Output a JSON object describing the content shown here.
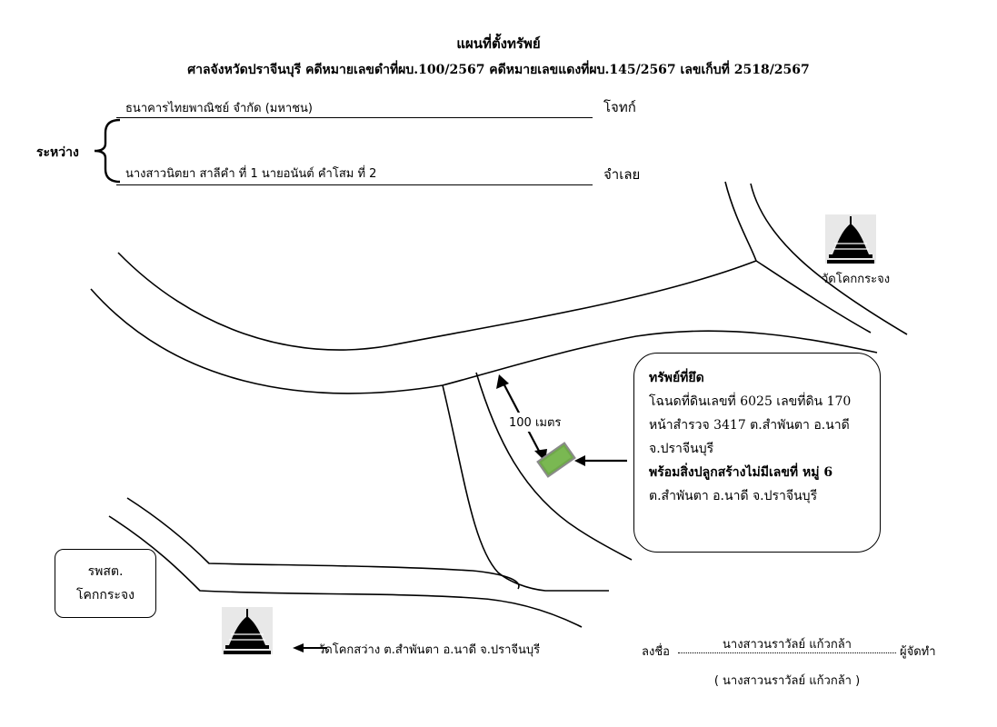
{
  "header": {
    "title": "แผนที่ตั้งทรัพย์",
    "subtitle": "ศาลจังหวัดปราจีนบุรี คดีหมายเลขดำที่ผบ.100/2567 คดีหมายเลขแดงที่ผบ.145/2567 เลขเก็บที่ 2518/2567"
  },
  "parties": {
    "between_label": "ระหว่าง",
    "plaintiff_name": "ธนาคารไทยพาณิชย์ จำกัด (มหาชน)",
    "plaintiff_role": "โจทก์",
    "defendant_name": "นางสาวนิตยา สาลีคำ ที่ 1 นายอนันต์ คำโสม ที่ 2",
    "defendant_role": "จำเลย"
  },
  "landmarks": {
    "temple_top": "วัดโคกกระจง",
    "temple_bottom": "วัดโคกสว่าง ต.สำพันตา อ.นาดี จ.ปราจีนบุรี",
    "distance_label": "100 เมตร",
    "hospital_line1": "รพสต.",
    "hospital_line2": "โคกกระจง"
  },
  "property": {
    "heading": "ทรัพย์ที่ยึด",
    "line1": "โฉนดที่ดินเลขที่ 6025 เลขที่ดิน 170",
    "line2": "หน้าสำรวจ 3417 ต.สำพันตา อ.นาดี",
    "line3": "จ.ปราจีนบุรี",
    "line4": "พร้อมสิ่งปลูกสร้างไม่มีเลขที่ หมู่ 6",
    "line5": "ต.สำพันตา อ.นาดี จ.ปราจีนบุรี"
  },
  "signature": {
    "sign_label": "ลงชื่อ",
    "signer_name": "นางสาวนราวัลย์ แก้วกล้า",
    "role": "ผู้จัดทำ",
    "printed_name": "( นางสาวนราวัลย์ แก้วกล้า )"
  },
  "colors": {
    "property_marker": "#6fa84a",
    "ink": "#000000"
  },
  "icons": {
    "temple": "temple-icon",
    "arrow": "arrow-left-icon"
  }
}
